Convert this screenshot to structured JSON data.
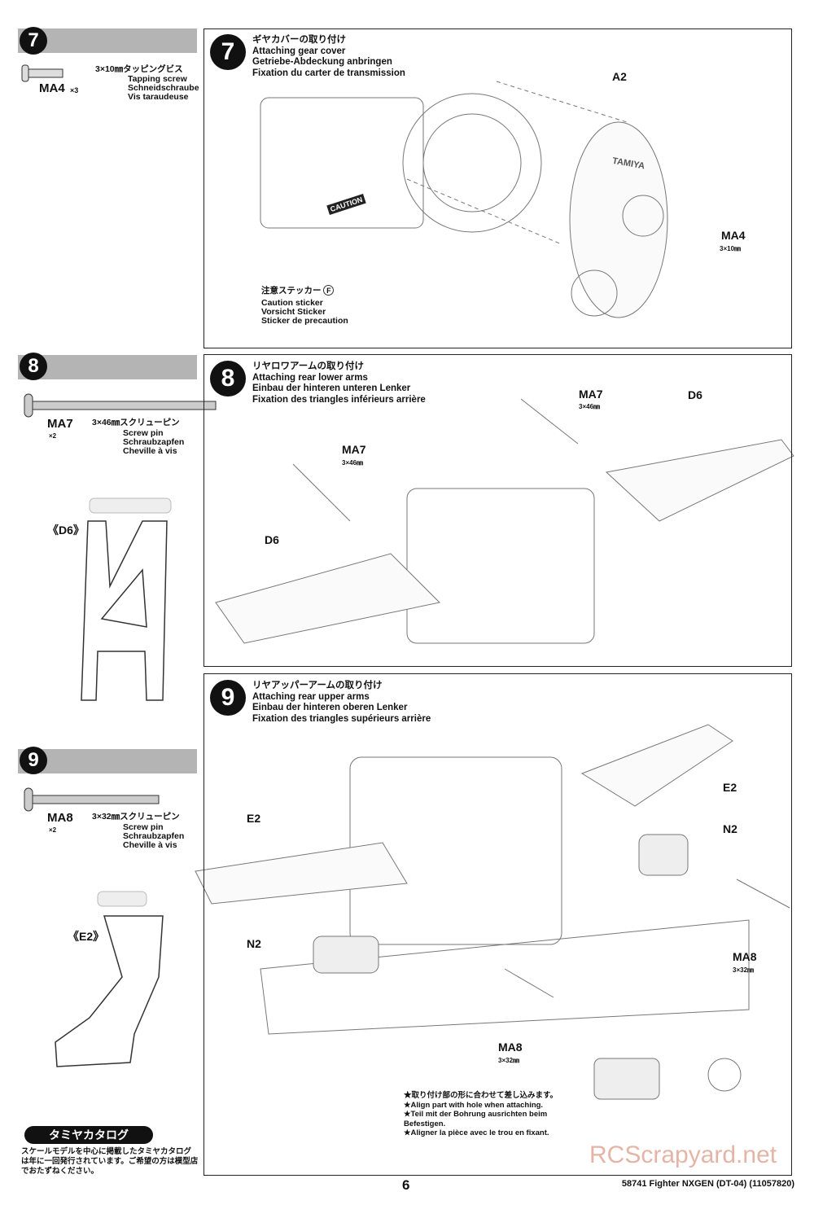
{
  "step7": {
    "num": "7",
    "part": {
      "code": "MA4",
      "qty": "×3",
      "size_ja": "3×10㎜タッピングビス",
      "en": "Tapping screw",
      "de": "Schneidschraube",
      "fr": "Vis taraudeuse"
    },
    "title_ja": "ギヤカバーの取り付け",
    "title_en": "Attaching gear cover",
    "title_de": "Getriebe-Abdeckung anbringen",
    "title_fr": "Fixation du carter de transmission",
    "labels": {
      "a2": "A2",
      "ma4": "MA4",
      "ma4_size": "3×10㎜",
      "sticker_ja": "注意ステッカー",
      "sticker_mark": "F",
      "sticker_en": "Caution sticker",
      "sticker_de": "Vorsicht Sticker",
      "sticker_fr": "Sticker de precaution",
      "caution": "CAUTION",
      "cover_logo": "TAMIYA"
    }
  },
  "step8": {
    "num": "8",
    "part": {
      "code": "MA7",
      "qty": "×2",
      "size_ja": "3×46㎜スクリューピン",
      "en": "Screw pin",
      "de": "Schraubzapfen",
      "fr": "Cheville à vis"
    },
    "part_label": "《D6》",
    "title_ja": "リヤロワアームの取り付け",
    "title_en": "Attaching rear lower arms",
    "title_de": "Einbau der hinteren unteren Lenker",
    "title_fr": "Fixation des triangles inférieurs arrière",
    "labels": {
      "ma7": "MA7",
      "ma7_size": "3×46㎜",
      "d6": "D6"
    }
  },
  "step9": {
    "num": "9",
    "part": {
      "code": "MA8",
      "qty": "×2",
      "size_ja": "3×32㎜スクリューピン",
      "en": "Screw pin",
      "de": "Schraubzapfen",
      "fr": "Cheville à vis"
    },
    "part_label": "《E2》",
    "title_ja": "リヤアッパーアームの取り付け",
    "title_en": "Attaching rear upper arms",
    "title_de": "Einbau der hinteren oberen Lenker",
    "title_fr": "Fixation des triangles supérieurs arrière",
    "labels": {
      "e2": "E2",
      "n2": "N2",
      "ma8": "MA8",
      "ma8_size": "3×32㎜"
    },
    "note_ja": "★取り付け部の形に合わせて差し込みます。",
    "note_en": "★Align part with hole when attaching.",
    "note_de": "★Teil mit der Bohrung ausrichten beim Befestigen.",
    "note_fr": "★Aligner la pièce avec le trou en fixant."
  },
  "catalog": {
    "title": "タミヤカタログ",
    "text": "スケールモデルを中心に掲載したタミヤカタログは年に一回発行されています。ご希望の方は模型店でおたずねください。"
  },
  "footer": {
    "page": "6",
    "product": "58741 Fighter NXGEN (DT-04) (11057820)"
  },
  "watermark": "RCScrapyard.net"
}
